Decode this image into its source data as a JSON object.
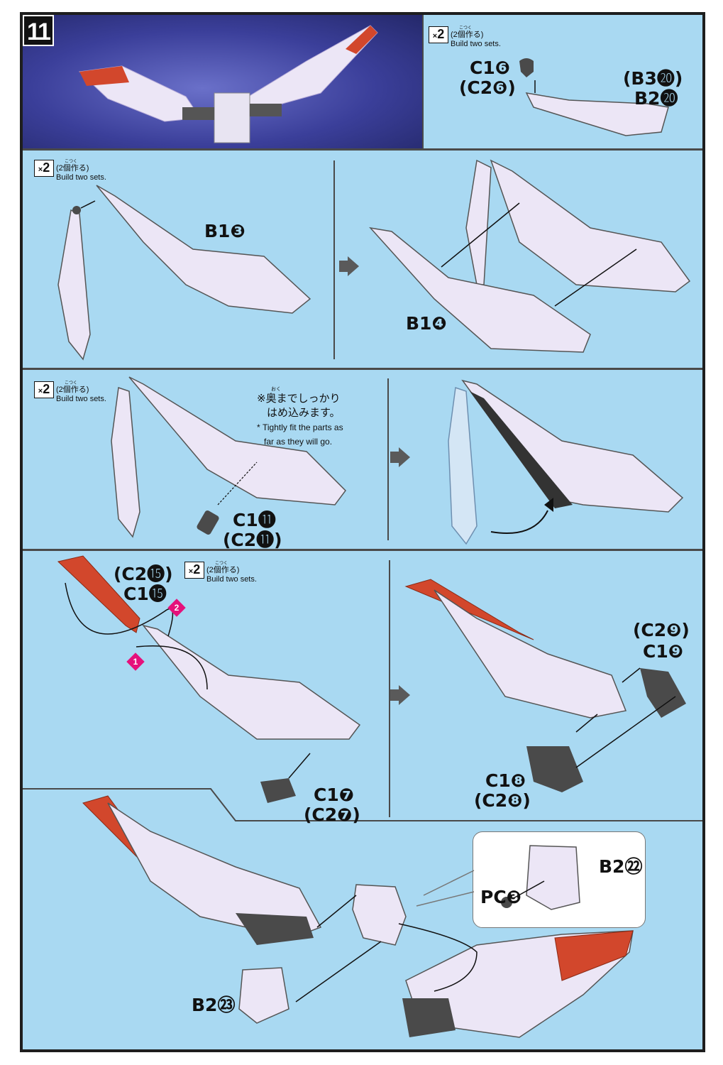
{
  "step": {
    "number": "11"
  },
  "build_two": {
    "multiplier": "×2",
    "jp": "(2個作る)",
    "ruby": "こつく",
    "en": "Build two sets."
  },
  "panels": {
    "p1": {
      "labels": [
        "C1❻",
        "(C2❻)",
        "(B3⓴)",
        "B2⓴"
      ]
    },
    "p2": {
      "labels": [
        "B1❸",
        "B1❹"
      ]
    },
    "p3": {
      "note_ruby": "おく",
      "note_jp_1": "※奥までしっかり",
      "note_jp_2": "はめ込みます。",
      "note_en_1": "* Tightly fit the parts as",
      "note_en_2": "far as they will go.",
      "labels": [
        "C1⓫",
        "(C2⓫)"
      ]
    },
    "p4": {
      "labels": [
        "(C2⓯)",
        "C1⓯",
        "C1❼",
        "(C2❼)",
        "(C2❾)",
        "C1❾",
        "C1❽",
        "(C2❽)"
      ],
      "badges": [
        "1",
        "2"
      ]
    },
    "p5": {
      "labels": [
        "B2㉒",
        "PC❸",
        "B2㉓"
      ]
    }
  },
  "colors": {
    "background": "#a9d9f2",
    "part_red": "#d2472c",
    "part_white": "#ece6f6",
    "part_gray": "#4a4a4a",
    "badge": "#e5117b"
  }
}
